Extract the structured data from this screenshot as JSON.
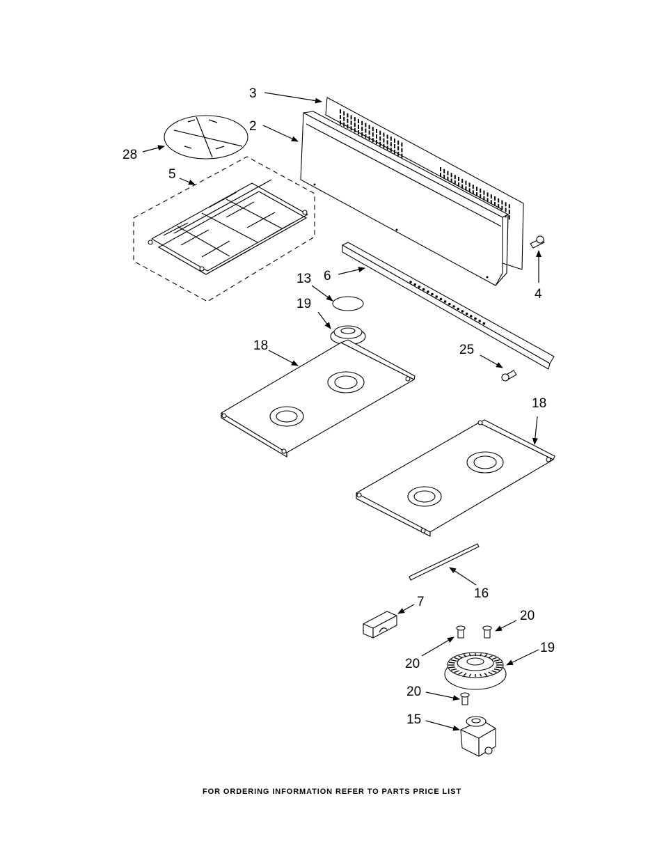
{
  "callouts": {
    "c3": "3",
    "c2": "2",
    "c28": "28",
    "c5": "5",
    "c6": "6",
    "c4": "4",
    "c13": "13",
    "c19a": "19",
    "c18a": "18",
    "c25": "25",
    "c18b": "18",
    "c16": "16",
    "c7": "7",
    "c20a": "20",
    "c20b": "20",
    "c19b": "19",
    "c20c": "20",
    "c15": "15"
  },
  "footer": "FOR ORDERING INFORMATION REFER TO PARTS PRICE LIST"
}
